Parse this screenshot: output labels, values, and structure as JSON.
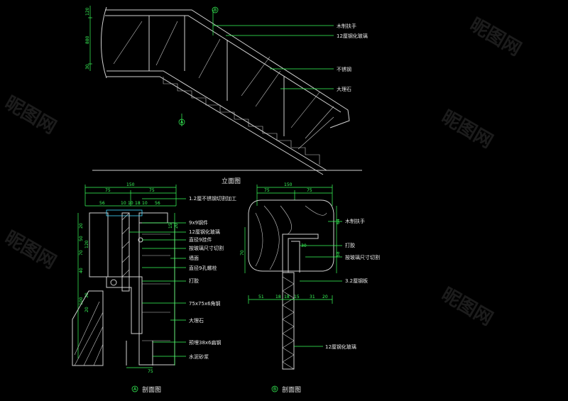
{
  "titles": {
    "elevation": "立面图",
    "section_a": "剖面图",
    "section_b": "剖面图"
  },
  "markers": {
    "a": "A",
    "b": "B"
  },
  "elevation_labels": [
    "木制扶手",
    "12厘钢化玻璃",
    "不锈钢",
    "大理石"
  ],
  "elevation_dims": [
    "120",
    "880",
    "30"
  ],
  "section_a_labels": [
    "1.2厘不锈钢切割加工",
    "9x9钢件",
    "12厘钢化玻璃",
    "直径9挂件",
    "按玻璃尺寸切割",
    "墙面",
    "直径9孔螺栓",
    "打胶",
    "75x75x6角钢",
    "大理石",
    "预埋38x6扁钢",
    "水泥砂浆"
  ],
  "section_a_dims": {
    "top": [
      "150",
      "75",
      "75"
    ],
    "middle": [
      "56",
      "10",
      "10",
      "18",
      "10",
      "56"
    ],
    "left": [
      "20",
      "50",
      "70",
      "40",
      "120",
      "100",
      "30",
      "20"
    ],
    "right": [
      "15",
      "20"
    ],
    "bottom": "75"
  },
  "section_b_labels": [
    "木制扶手",
    "打胶",
    "按玻璃尺寸切割",
    "3.2厘钢板",
    "12厘钢化玻璃"
  ],
  "section_b_dims": {
    "top": [
      "150",
      "75",
      "75"
    ],
    "bottom": [
      "51",
      "18",
      "18",
      "15",
      "31",
      "20"
    ],
    "left": [
      "70"
    ],
    "right": [
      "64",
      "58"
    ],
    "inner": "30"
  },
  "watermark": "昵图网"
}
